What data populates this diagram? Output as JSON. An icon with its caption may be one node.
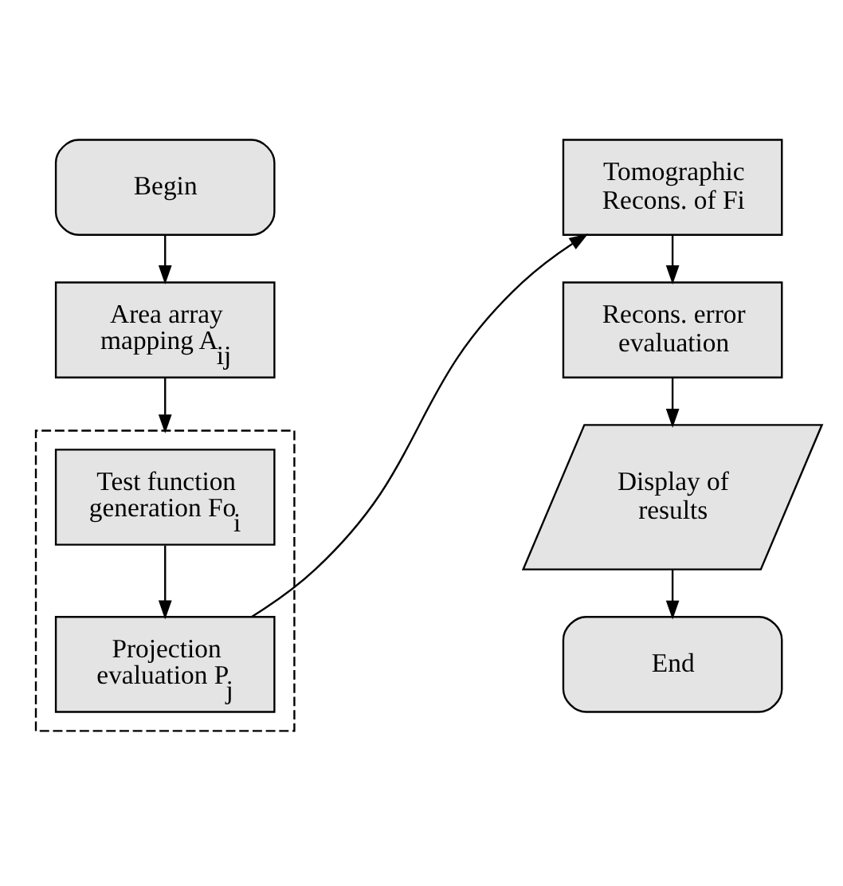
{
  "diagram": {
    "nodes": [
      {
        "text": [
          "Begin"
        ]
      },
      {
        "text": [
          "Area array mapping A$_{ij}$"
        ]
      },
      {
        "text": [],
        "shape": "box"
      },
      {
        "text": [
          "Test function generation Fo$_{i}$"
        ],
        "in": 2
      },
      {
        "text": [
          "Projection evaluation P$_{j}$"
        ],
        "in": 2
      },
      {
        "text": [
          "Tomographic Recons. of Fi"
        ]
      },
      {
        "text": [
          "Recons. error evaluation"
        ]
      },
      {
        "text": [
          "Display of results"
        ]
      },
      {
        "text": [
          "End"
        ]
      }
    ],
    "edges": [
      {
        "from": 0,
        "to": 1,
        "arrow": "to"
      },
      {
        "from": 1,
        "to": 2,
        "arrow": "to"
      },
      {
        "from": 3,
        "to": 4,
        "arrow": "to"
      },
      {
        "from": 4,
        "to": 5,
        "arrow": "to"
      },
      {
        "from": 5,
        "to": 6,
        "arrow": "to"
      },
      {
        "from": 6,
        "to": 7,
        "arrow": "to"
      },
      {
        "from": 7,
        "to": 8,
        "arrow": "to"
      }
    ]
  }
}
